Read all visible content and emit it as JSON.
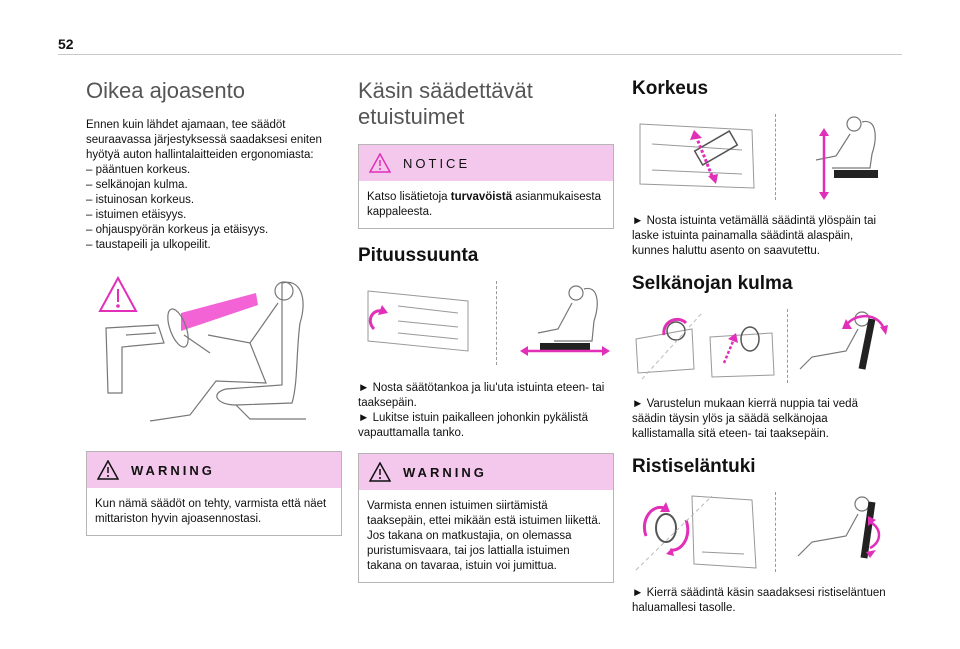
{
  "page": {
    "number": "52"
  },
  "col1": {
    "title": "Oikea ajoasento",
    "intro": "Ennen kuin lähdet ajamaan, tee säädöt seuraavassa järjestyksessä saadaksesi eniten hyötyä auton hallintalaitteiden ergonomiasta:",
    "items": [
      "pääntuen korkeus.",
      "selkänojan kulma.",
      "istuinosan korkeus.",
      "istuimen etäisyys.",
      "ohjauspyörän korkeus ja etäisyys.",
      "taustapeili ja ulkopeilit."
    ],
    "warning": {
      "label": "WARNING",
      "text": "Kun nämä säädöt on tehty, varmista että näet mittariston hyvin ajoasennostasi."
    }
  },
  "col2": {
    "title": "Käsin säädettävät etuistuimet",
    "notice": {
      "label": "NOTICE",
      "text_before": "Katso lisätietoja ",
      "text_bold": "turvavöistä",
      "text_after": " asianmukaisesta kappaleesta."
    },
    "section_title": "Pituussuunta",
    "steps": [
      "► Nosta säätötankoa ja liu'uta istuinta eteen- tai taaksepäin.",
      "► Lukitse istuin paikalleen johonkin pykälistä vapauttamalla tanko."
    ],
    "warning": {
      "label": "WARNING",
      "text": "Varmista ennen istuimen siirtämistä taaksepäin, ettei mikään estä istuimen liikettä. Jos takana on matkustajia, on olemassa puristumisvaara, tai jos lattialla istuimen takana on tavaraa, istuin voi jumittua."
    }
  },
  "col3": {
    "s1": {
      "title": "Korkeus",
      "text": "► Nosta istuinta vetämällä säädintä ylöspäin tai laske istuinta painamalla säädintä alaspäin, kunnes haluttu asento on saavutettu."
    },
    "s2": {
      "title": "Selkänojan kulma",
      "text": "► Varustelun mukaan kierrä nuppia tai vedä säädin täysin ylös ja säädä selkänojaa kallistamalla sitä eteen- tai taaksepäin."
    },
    "s3": {
      "title": "Ristiseläntuki",
      "text": "► Kierrä säädintä käsin saadaksesi ristiseläntuen haluamallesi tasolle."
    }
  },
  "colors": {
    "accent": "#e22fb8",
    "box_header": "#f3c8ec"
  }
}
